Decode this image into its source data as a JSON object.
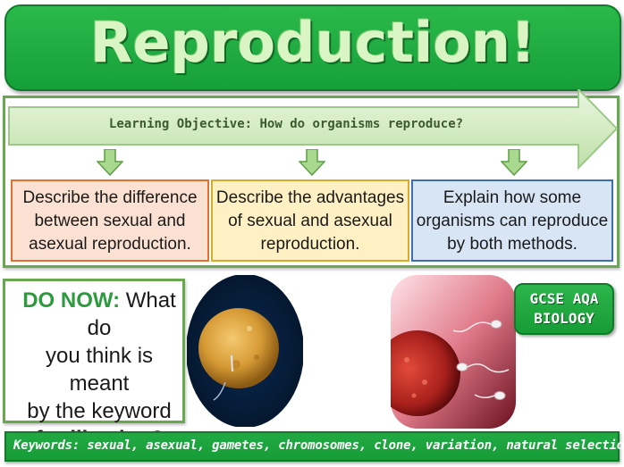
{
  "title": "Reproduction!",
  "learning_objective": "Learning Objective: How do organisms reproduce?",
  "objectives": [
    {
      "line1": "Describe the difference",
      "line2": "between sexual and",
      "line3": "asexual reproduction."
    },
    {
      "line1": "Describe the advantages",
      "line2": "of sexual and asexual",
      "line3": "reproduction."
    },
    {
      "line1": "Explain how some",
      "line2": "organisms can reproduce",
      "line3": "by both methods."
    }
  ],
  "do_now": {
    "label": "DO NOW:",
    "line1_rest": " What do",
    "line2": "you think is meant",
    "line3": "by the keyword",
    "keyword": "fertilisation",
    "question_mark": "?"
  },
  "badge": {
    "line1": "GCSE AQA",
    "line2": "BIOLOGY"
  },
  "keywords": "Keywords: sexual, asexual, gametes, chromosomes, clone, variation, natural selection",
  "colors": {
    "title_green": "#16a03a",
    "panel_border": "#6aa84f",
    "box_orange": "#e3702f",
    "box_yellow": "#d8ab2a",
    "box_blue": "#3f6db4"
  },
  "images": [
    "egg-cell-image",
    "sperm-and-egg-image"
  ]
}
